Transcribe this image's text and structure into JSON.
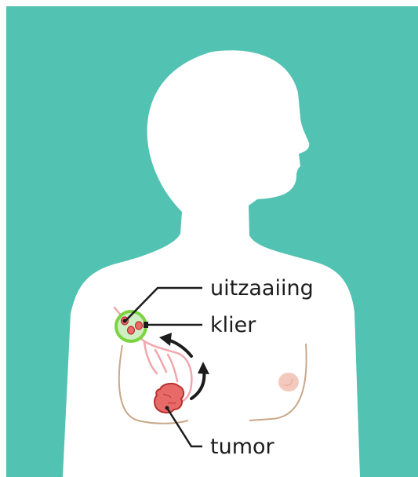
{
  "background_color": "#52c2b2",
  "silhouette_color": "#ffffff",
  "labels": {
    "metastasis": "uitzaaiing",
    "gland": "klier",
    "tumor": "tumor"
  },
  "colors": {
    "lymph_vessel": "#f2a6ad",
    "lymph_node_ring": "#7bd43f",
    "lymph_node_fill": "#cfeec3",
    "tumor_fill": "#e86a68",
    "tumor_outline": "#b8322f",
    "nipple": "#f3c9bd",
    "leader_line": "#1c1c1c",
    "arrow": "#1c1c1c",
    "breast_outline": "#c9a789"
  },
  "icons": {
    "spread_arrows": "curved-arrow-icon"
  }
}
